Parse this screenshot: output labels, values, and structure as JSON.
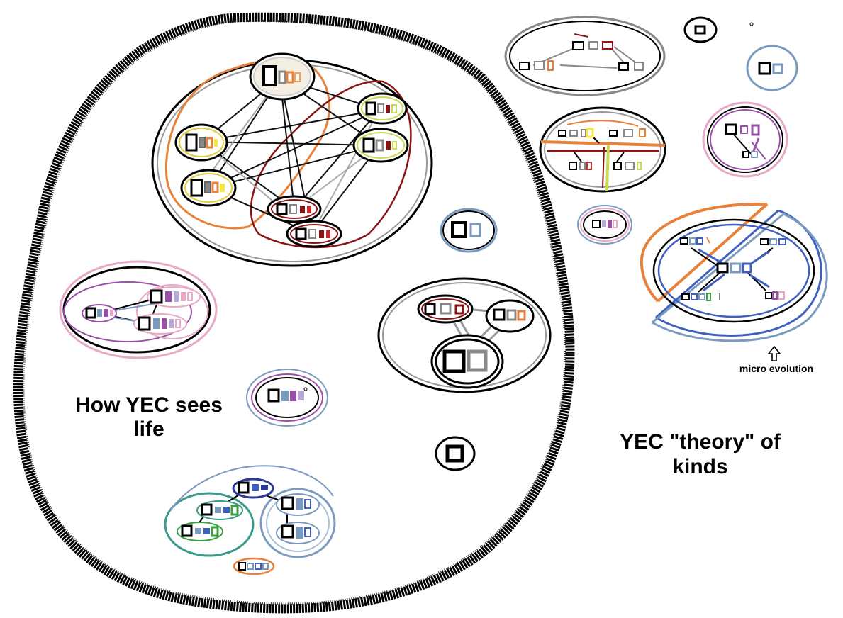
{
  "labels": {
    "life": [
      "How YEC sees",
      "life"
    ],
    "kinds": [
      "YEC \"theory\" of",
      "kinds"
    ],
    "micro": "micro evolution"
  },
  "icons": {
    "micro_pointer": "up-arrow-icon"
  },
  "colors": {
    "ink": "#000000",
    "gray": "#888888",
    "light_gray": "#c8c8c8",
    "orange": "#e8823a",
    "yellow": "#f5e83c",
    "lime": "#c8dc50",
    "dark_red": "#8a1414",
    "red": "#c82828",
    "pink": "#e8a8c8",
    "purple": "#9a50a8",
    "lavender": "#b8a8d8",
    "steel_blue": "#7a9ac0",
    "blue": "#4060c0",
    "navy": "#2a3a9a",
    "teal": "#3a9a8a",
    "green": "#3aa040"
  }
}
